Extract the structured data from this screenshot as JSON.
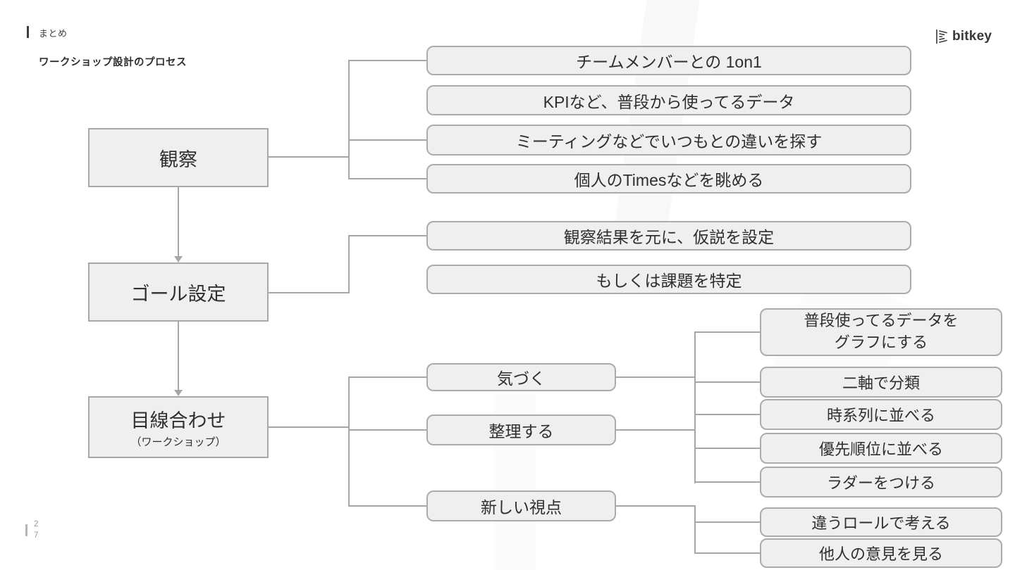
{
  "slide": {
    "header_label": "まとめ",
    "title": "ワークショップ設計のプロセス",
    "page_number": "27",
    "logo_text": "bitkey"
  },
  "colors": {
    "box_fill": "#efefef",
    "box_border": "#a8a8a8",
    "connector": "#a6a6a6",
    "text": "#2f2f2f"
  },
  "flow": {
    "stages": [
      {
        "label": "観察",
        "sub": ""
      },
      {
        "label": "ゴール設定",
        "sub": ""
      },
      {
        "label": "目線合わせ",
        "sub": "（ワークショップ）"
      }
    ],
    "observation_items": [
      "チームメンバーとの 1on1",
      "KPIなど、普段から使ってるデータ",
      "ミーティングなどでいつもとの違いを探す",
      "個人のTimesなどを眺める"
    ],
    "goal_items": [
      "観察結果を元に、仮説を設定",
      "もしくは課題を特定"
    ],
    "workshop_methods": [
      "気づく",
      "整理する",
      "新しい視点"
    ],
    "technique_items": [
      "普段使ってるデータを\nグラフにする",
      "二軸で分類",
      "時系列に並べる",
      "優先順位に並べる",
      "ラダーをつける",
      "違うロールで考える",
      "他人の意見を見る"
    ]
  }
}
